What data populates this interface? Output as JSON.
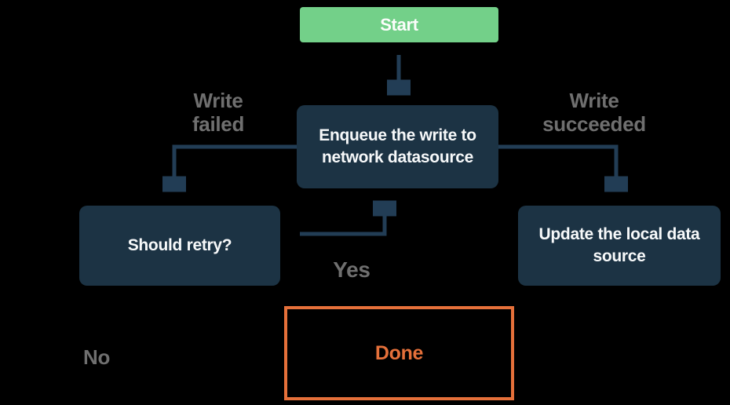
{
  "diagram": {
    "type": "flowchart",
    "nodes": {
      "start": {
        "label": "Start",
        "shape": "rect",
        "fill": "#73d089"
      },
      "enqueue": {
        "label": "Enqueue the write to\nnetwork datasource",
        "shape": "rounded-rect",
        "fill": "#1c3344"
      },
      "should_retry": {
        "label": "Should retry?",
        "shape": "rounded-rect",
        "fill": "#1c3344"
      },
      "update_local": {
        "label": "Update the local data\nsource",
        "shape": "rounded-rect",
        "fill": "#1c3344"
      },
      "done": {
        "label": "Done",
        "shape": "outlined-rect",
        "stroke": "#e5703a"
      }
    },
    "edges": [
      {
        "from": "start",
        "to": "enqueue",
        "label": ""
      },
      {
        "from": "enqueue",
        "to": "should_retry",
        "label": "Write\nfailed"
      },
      {
        "from": "enqueue",
        "to": "update_local",
        "label": "Write\nsucceeded"
      },
      {
        "from": "should_retry",
        "to": "enqueue",
        "label": "Yes"
      },
      {
        "from": "should_retry",
        "to": "done",
        "label": "No"
      }
    ],
    "edge_labels": {
      "write_failed": "Write\nfailed",
      "write_succeeded": "Write\nsucceeded",
      "yes": "Yes",
      "no": "No"
    },
    "colors": {
      "background": "#000000",
      "node_fill": "#1c3344",
      "node_text": "#f7f9fa",
      "start_fill": "#73d089",
      "arrow": "#223d55",
      "edge_label_gray": "#6f6f6f",
      "done_accent": "#e5703a"
    }
  }
}
